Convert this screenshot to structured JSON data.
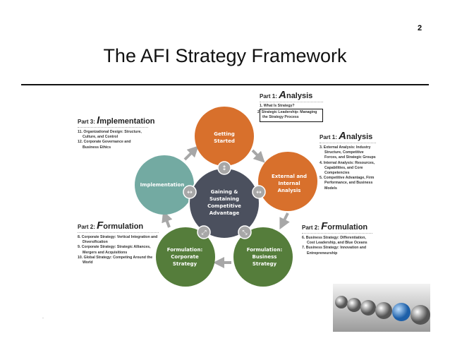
{
  "page_number": "2",
  "title": "The AFI Strategy Framework",
  "center": {
    "lines": [
      "Gaining &",
      "Sustaining",
      "Competitive",
      "Advantage"
    ]
  },
  "circles": {
    "getting_started": [
      "Getting",
      "Started"
    ],
    "analysis": [
      "External and",
      "Internal",
      "Analysis"
    ],
    "business": [
      "Formulation:",
      "Business",
      "Strategy"
    ],
    "corporate": [
      "Formulation:",
      "Corporate",
      "Strategy"
    ],
    "implementation": [
      "Implementation"
    ]
  },
  "part1_top": {
    "prefix": "Part 1: ",
    "letter": "A",
    "rest": "nalysis",
    "items": [
      "1. What Is Strategy?",
      "2. Strategic Leadership: Managing the Strategy Process"
    ]
  },
  "part1_right": {
    "prefix": "Part 1: ",
    "letter": "A",
    "rest": "nalysis",
    "items": [
      "3. External Analysis: Industry Structure, Competitive Forces, and Strategic Groups",
      "4. Internal Analysis: Resources, Capabilities, and Core Competencies",
      "5. Competitive Advantage, Firm Performance, and Business Models"
    ]
  },
  "part2_right": {
    "prefix": "Part 2: ",
    "letter": "F",
    "rest": "ormulation",
    "items": [
      "6. Business Strategy: Differentiation, Cost Leadership, and Blue Oceans",
      "7. Business Strategy: Innovation and Entrepreneurship"
    ]
  },
  "part2_left": {
    "prefix": "Part 2: ",
    "letter": "F",
    "rest": "ormulation",
    "items": [
      "8. Corporate Strategy: Vertical Integration and Diversification",
      "9. Corporate Strategy: Strategic Alliances, Mergers and Acquisitions",
      "10. Global Strategy: Competing Around the World"
    ]
  },
  "part3": {
    "prefix": "Part 3: ",
    "letter": "I",
    "rest": "mplementation",
    "items": [
      "11. Organizational Design: Structure, Culture, and Control",
      "12. Corporate Governance and Business Ethics"
    ]
  },
  "colors": {
    "orange": "#d8702c",
    "teal": "#73aaa2",
    "green": "#557d3b",
    "slate": "#4b505e",
    "gray": "#a7a7a7"
  },
  "footer_mark": "-"
}
